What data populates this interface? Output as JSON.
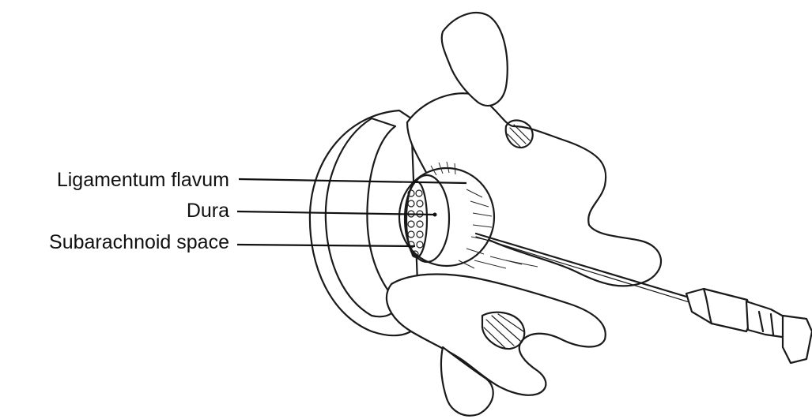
{
  "labels": {
    "ligamentum_flavum": "Ligamentum flavum",
    "dura": "Dura",
    "subarachnoid_space": "Subarachnoid space"
  },
  "colors": {
    "background": "#ffffff",
    "ink": "#1a1a1a"
  },
  "icons": {
    "vertebra": "vertebra-illustration",
    "needle": "spinal-needle-illustration"
  }
}
